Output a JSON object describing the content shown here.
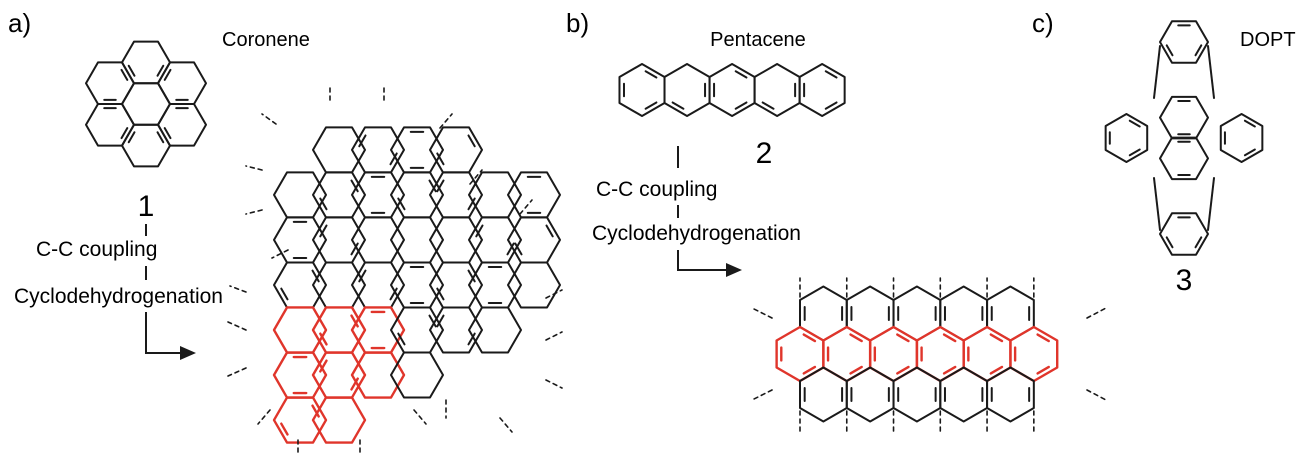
{
  "colors": {
    "ink": "#1a1a1a",
    "highlight": "#e0352b",
    "background": "#ffffff"
  },
  "panel_a": {
    "label": "a)",
    "molecule_name": "Coronene",
    "compound_number": "1",
    "step_coupling": "C-C coupling",
    "step_cyclo": "Cyclodehydrogenation"
  },
  "panel_b": {
    "label": "b)",
    "molecule_name": "Pentacene",
    "compound_number": "2",
    "step_coupling": "C-C coupling",
    "step_cyclo": "Cyclodehydrogenation"
  },
  "panel_c": {
    "label": "c)",
    "molecule_name": "DOPT",
    "compound_number": "3"
  }
}
